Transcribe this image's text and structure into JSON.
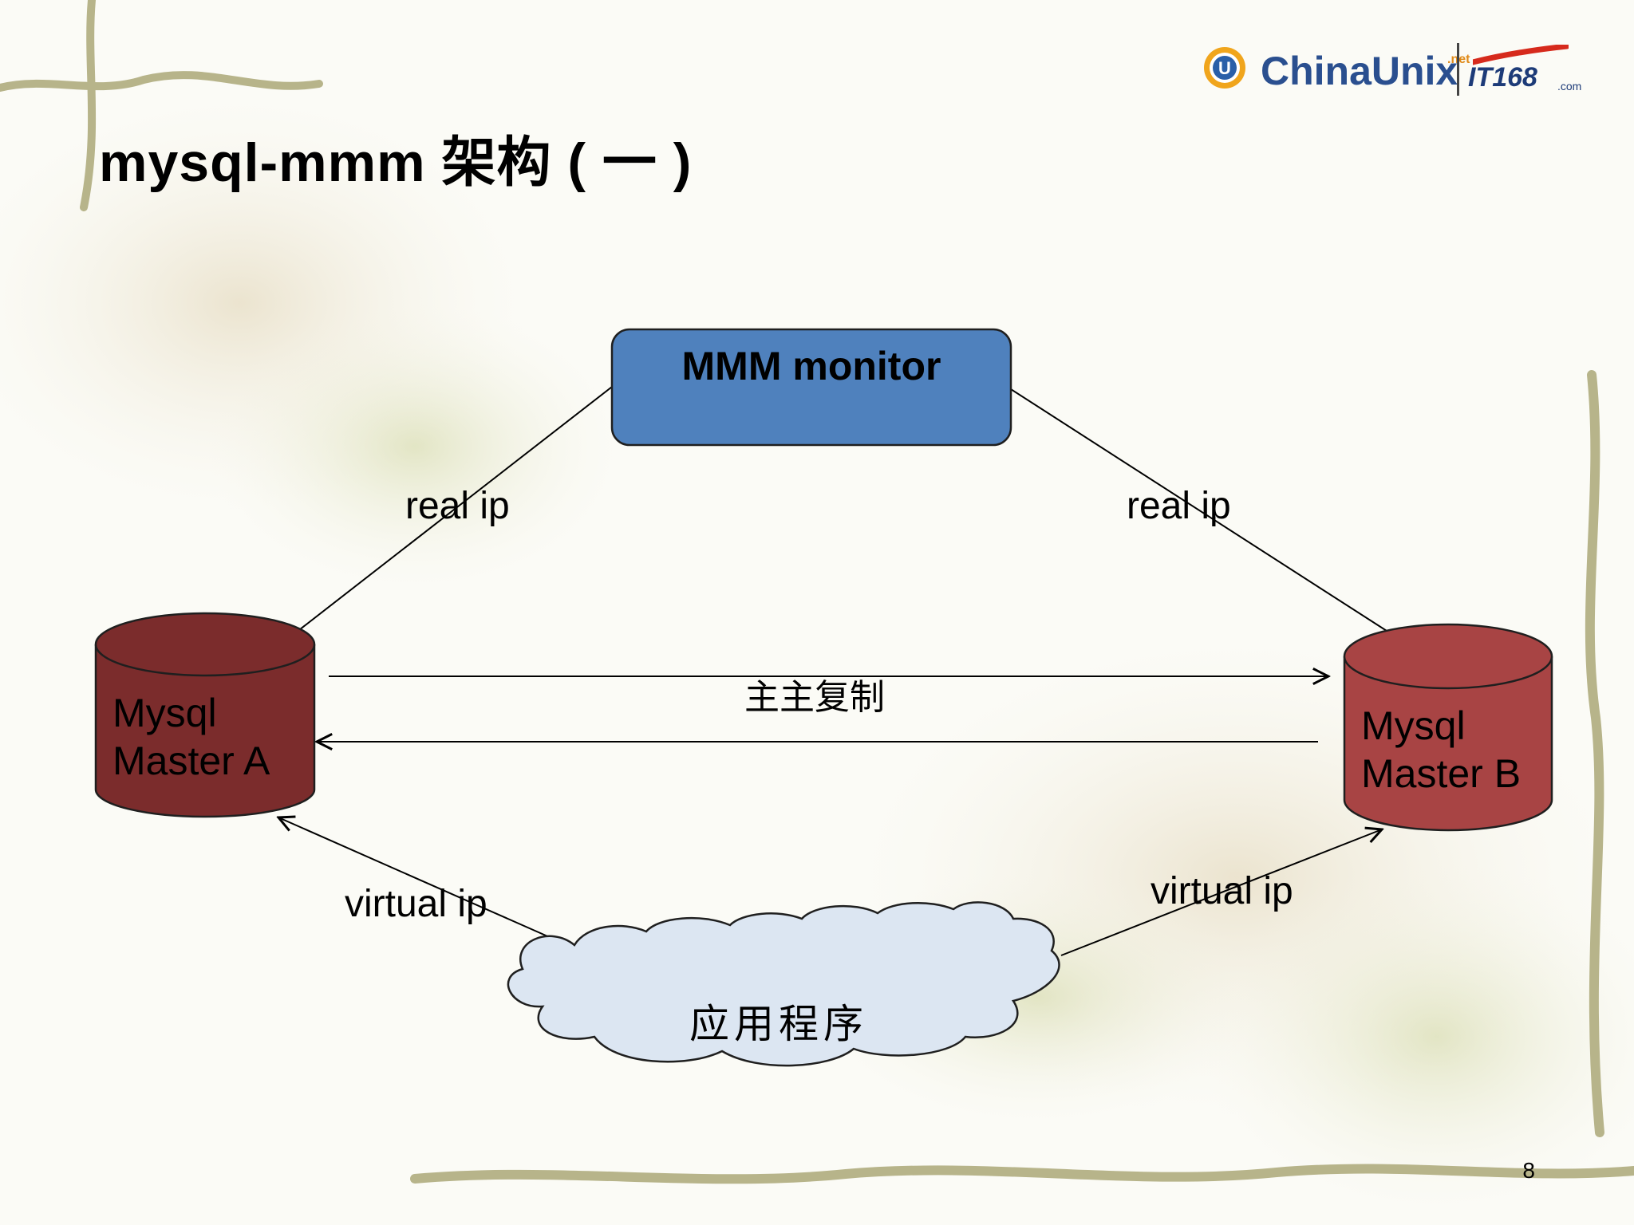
{
  "slide": {
    "title": "mysql-mmm 架构 ( 一 )",
    "page_number": "8"
  },
  "logo": {
    "brand": "ChinaUnix",
    "superscript": ".net",
    "partner": "IT168",
    "partner_suffix": ".com"
  },
  "diagram": {
    "monitor": "MMM monitor",
    "master_a": {
      "line1": "Mysql",
      "line2": "Master A"
    },
    "master_b": {
      "line1": "Mysql",
      "line2": "Master B"
    },
    "application": "应用程序",
    "edges": {
      "real_ip_left": "real ip",
      "real_ip_right": "real ip",
      "replication": "主主复制",
      "virtual_ip_left": "virtual ip",
      "virtual_ip_right": "virtual ip"
    }
  },
  "colors": {
    "monitor_fill": "#4f81bd",
    "master_a_fill": "#7b2c2c",
    "master_b_fill": "#a84444",
    "cloud_fill": "#dce6f2",
    "decor_vine": "#b7b48a"
  }
}
